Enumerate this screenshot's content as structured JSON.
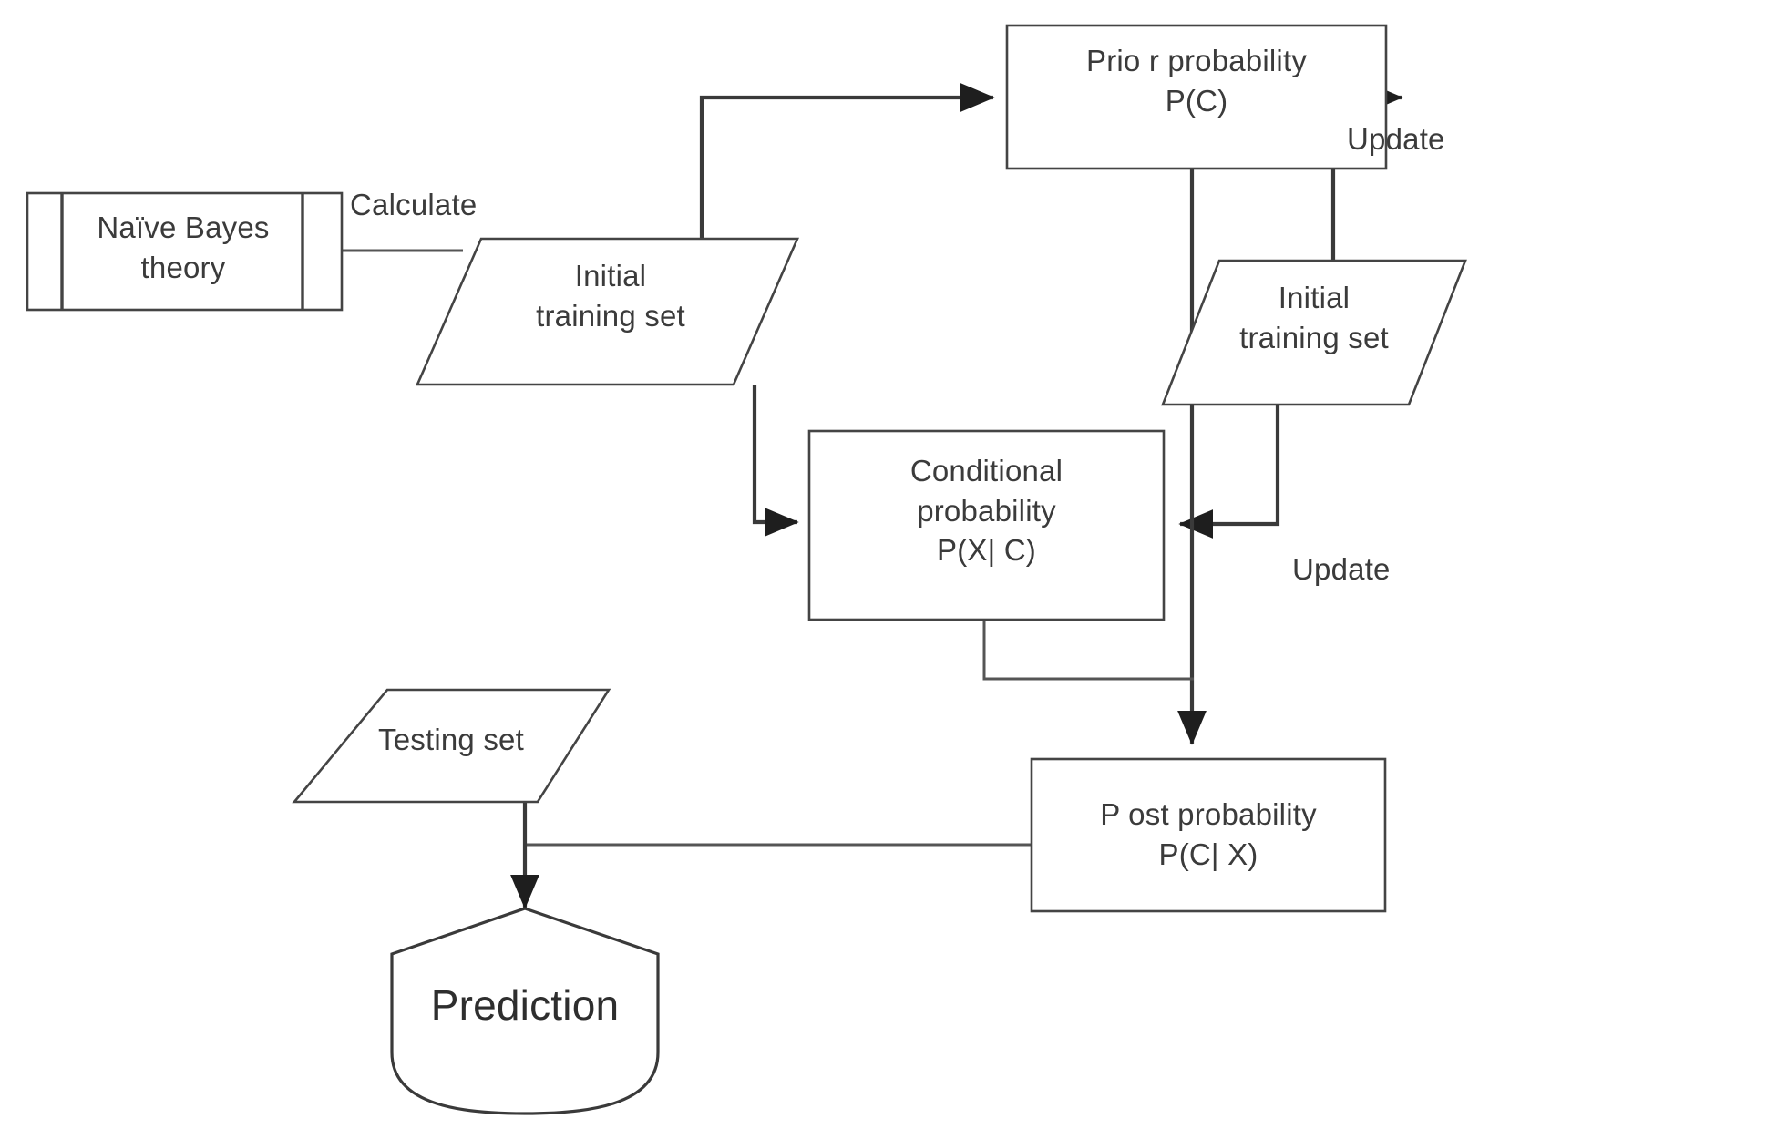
{
  "diagram": {
    "type": "flowchart",
    "title": "Naive Bayes classification flowchart",
    "colors": {
      "background": "#ffffff",
      "stroke": "#3a3a3a",
      "text": "#3b3b3b"
    },
    "nodes": [
      {
        "id": "naive-bayes-theory",
        "shape": "predefined-process",
        "label": "Naïve Bayes\ntheory"
      },
      {
        "id": "initial-training-set-left",
        "shape": "parallelogram",
        "label": "Initial\ntraining set"
      },
      {
        "id": "prior-probability",
        "shape": "rectangle",
        "label": "Prio r probability\nP(C)"
      },
      {
        "id": "conditional-probability",
        "shape": "rectangle",
        "label": "Conditional\nprobability\nP(X| C)"
      },
      {
        "id": "initial-training-set-right",
        "shape": "parallelogram",
        "label": "Initial\ntraining set"
      },
      {
        "id": "post-probability",
        "shape": "rectangle",
        "label": "P ost probability\nP(C| X)"
      },
      {
        "id": "testing-set",
        "shape": "parallelogram",
        "label": "Testing set"
      },
      {
        "id": "prediction",
        "shape": "display",
        "label": "Prediction"
      }
    ],
    "edges": [
      {
        "id": "calculate-edge",
        "from": "naive-bayes-theory",
        "to": "initial-training-set-left",
        "label": "Calculate",
        "arrow": false
      },
      {
        "id": "training-to-prior",
        "from": "initial-training-set-left",
        "to": "prior-probability",
        "label": "",
        "arrow": true
      },
      {
        "id": "training-to-conditional",
        "from": "initial-training-set-left",
        "to": "conditional-probability",
        "label": "",
        "arrow": true
      },
      {
        "id": "update-prior-edge",
        "from": "initial-training-set-right",
        "to": "prior-probability",
        "label": "Update",
        "arrow": true
      },
      {
        "id": "update-conditional-edge",
        "from": "initial-training-set-right",
        "to": "conditional-probability",
        "label": "Update",
        "arrow": true
      },
      {
        "id": "prior-to-post",
        "from": "prior-probability",
        "to": "post-probability",
        "label": "",
        "arrow": true
      },
      {
        "id": "conditional-to-post",
        "from": "conditional-probability",
        "to": "post-probability",
        "label": "",
        "arrow": false
      },
      {
        "id": "post-to-testing-branch",
        "from": "post-probability",
        "to": "prediction",
        "label": "",
        "arrow": false
      },
      {
        "id": "testing-to-prediction",
        "from": "testing-set",
        "to": "prediction",
        "label": "",
        "arrow": true
      }
    ],
    "edge_labels": {
      "calculate": "Calculate",
      "update_top": "Update",
      "update_bottom": "Update"
    }
  }
}
